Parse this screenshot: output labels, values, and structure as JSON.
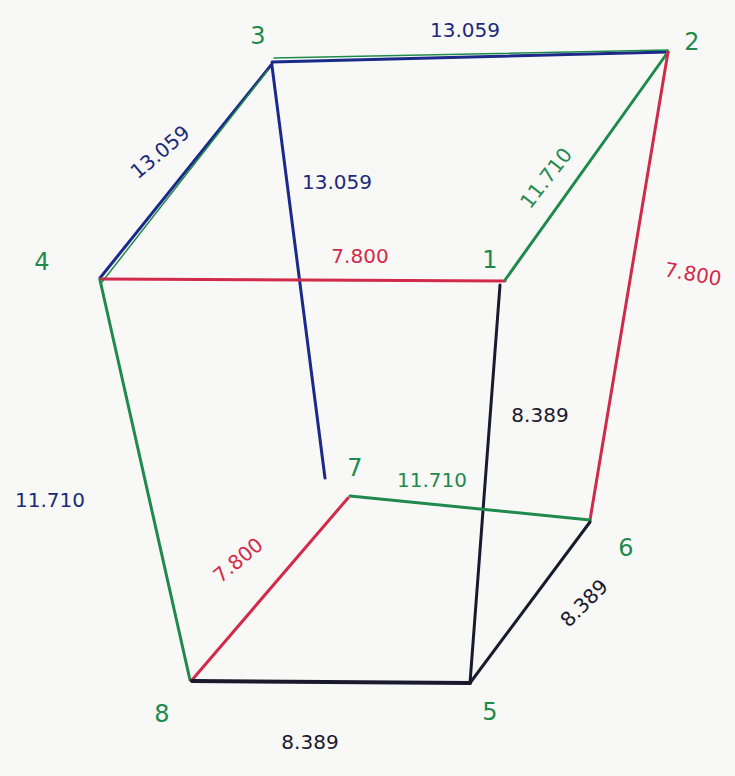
{
  "diagram": {
    "labels": [
      "3",
      "13.059",
      "2",
      "13.059",
      "13.059",
      "11.710",
      "4",
      "7.800",
      "1",
      "7.800",
      "8.389",
      "7",
      "11.710",
      "6",
      "11.710",
      "7.800",
      "8.389",
      "8",
      "5",
      "8.389"
    ]
  }
}
